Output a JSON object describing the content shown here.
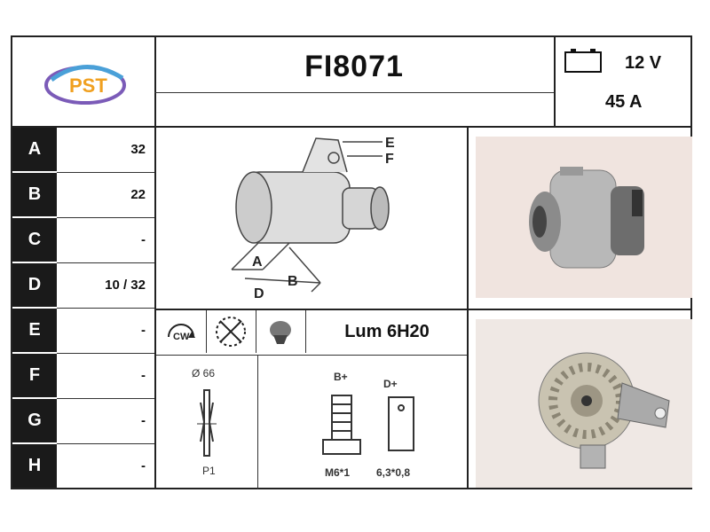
{
  "header": {
    "part_number": "FI8071",
    "voltage": "12 V",
    "amperage": "45 A",
    "logo_text": "PST"
  },
  "dimensions": [
    {
      "letter": "A",
      "value": "32"
    },
    {
      "letter": "B",
      "value": "22"
    },
    {
      "letter": "C",
      "value": "-"
    },
    {
      "letter": "D",
      "value": "10 / 32"
    },
    {
      "letter": "E",
      "value": "-"
    },
    {
      "letter": "F",
      "value": "-"
    },
    {
      "letter": "G",
      "value": "-"
    },
    {
      "letter": "H",
      "value": "-"
    }
  ],
  "diagram_labels": {
    "a": "A",
    "b": "B",
    "d": "D",
    "e": "E",
    "f": "F"
  },
  "regulator": {
    "rotation": "CW",
    "label": "Lum 6H20"
  },
  "pulley": {
    "diameter": "Ø 66",
    "type": "P1"
  },
  "terminals": {
    "b_plus": "B+",
    "d_plus": "D+",
    "b_size": "M6*1",
    "d_size": "6,3*0,8"
  },
  "icons": [
    "battery-icon",
    "rotation-icon",
    "no-fan-icon",
    "regulator-icon"
  ]
}
